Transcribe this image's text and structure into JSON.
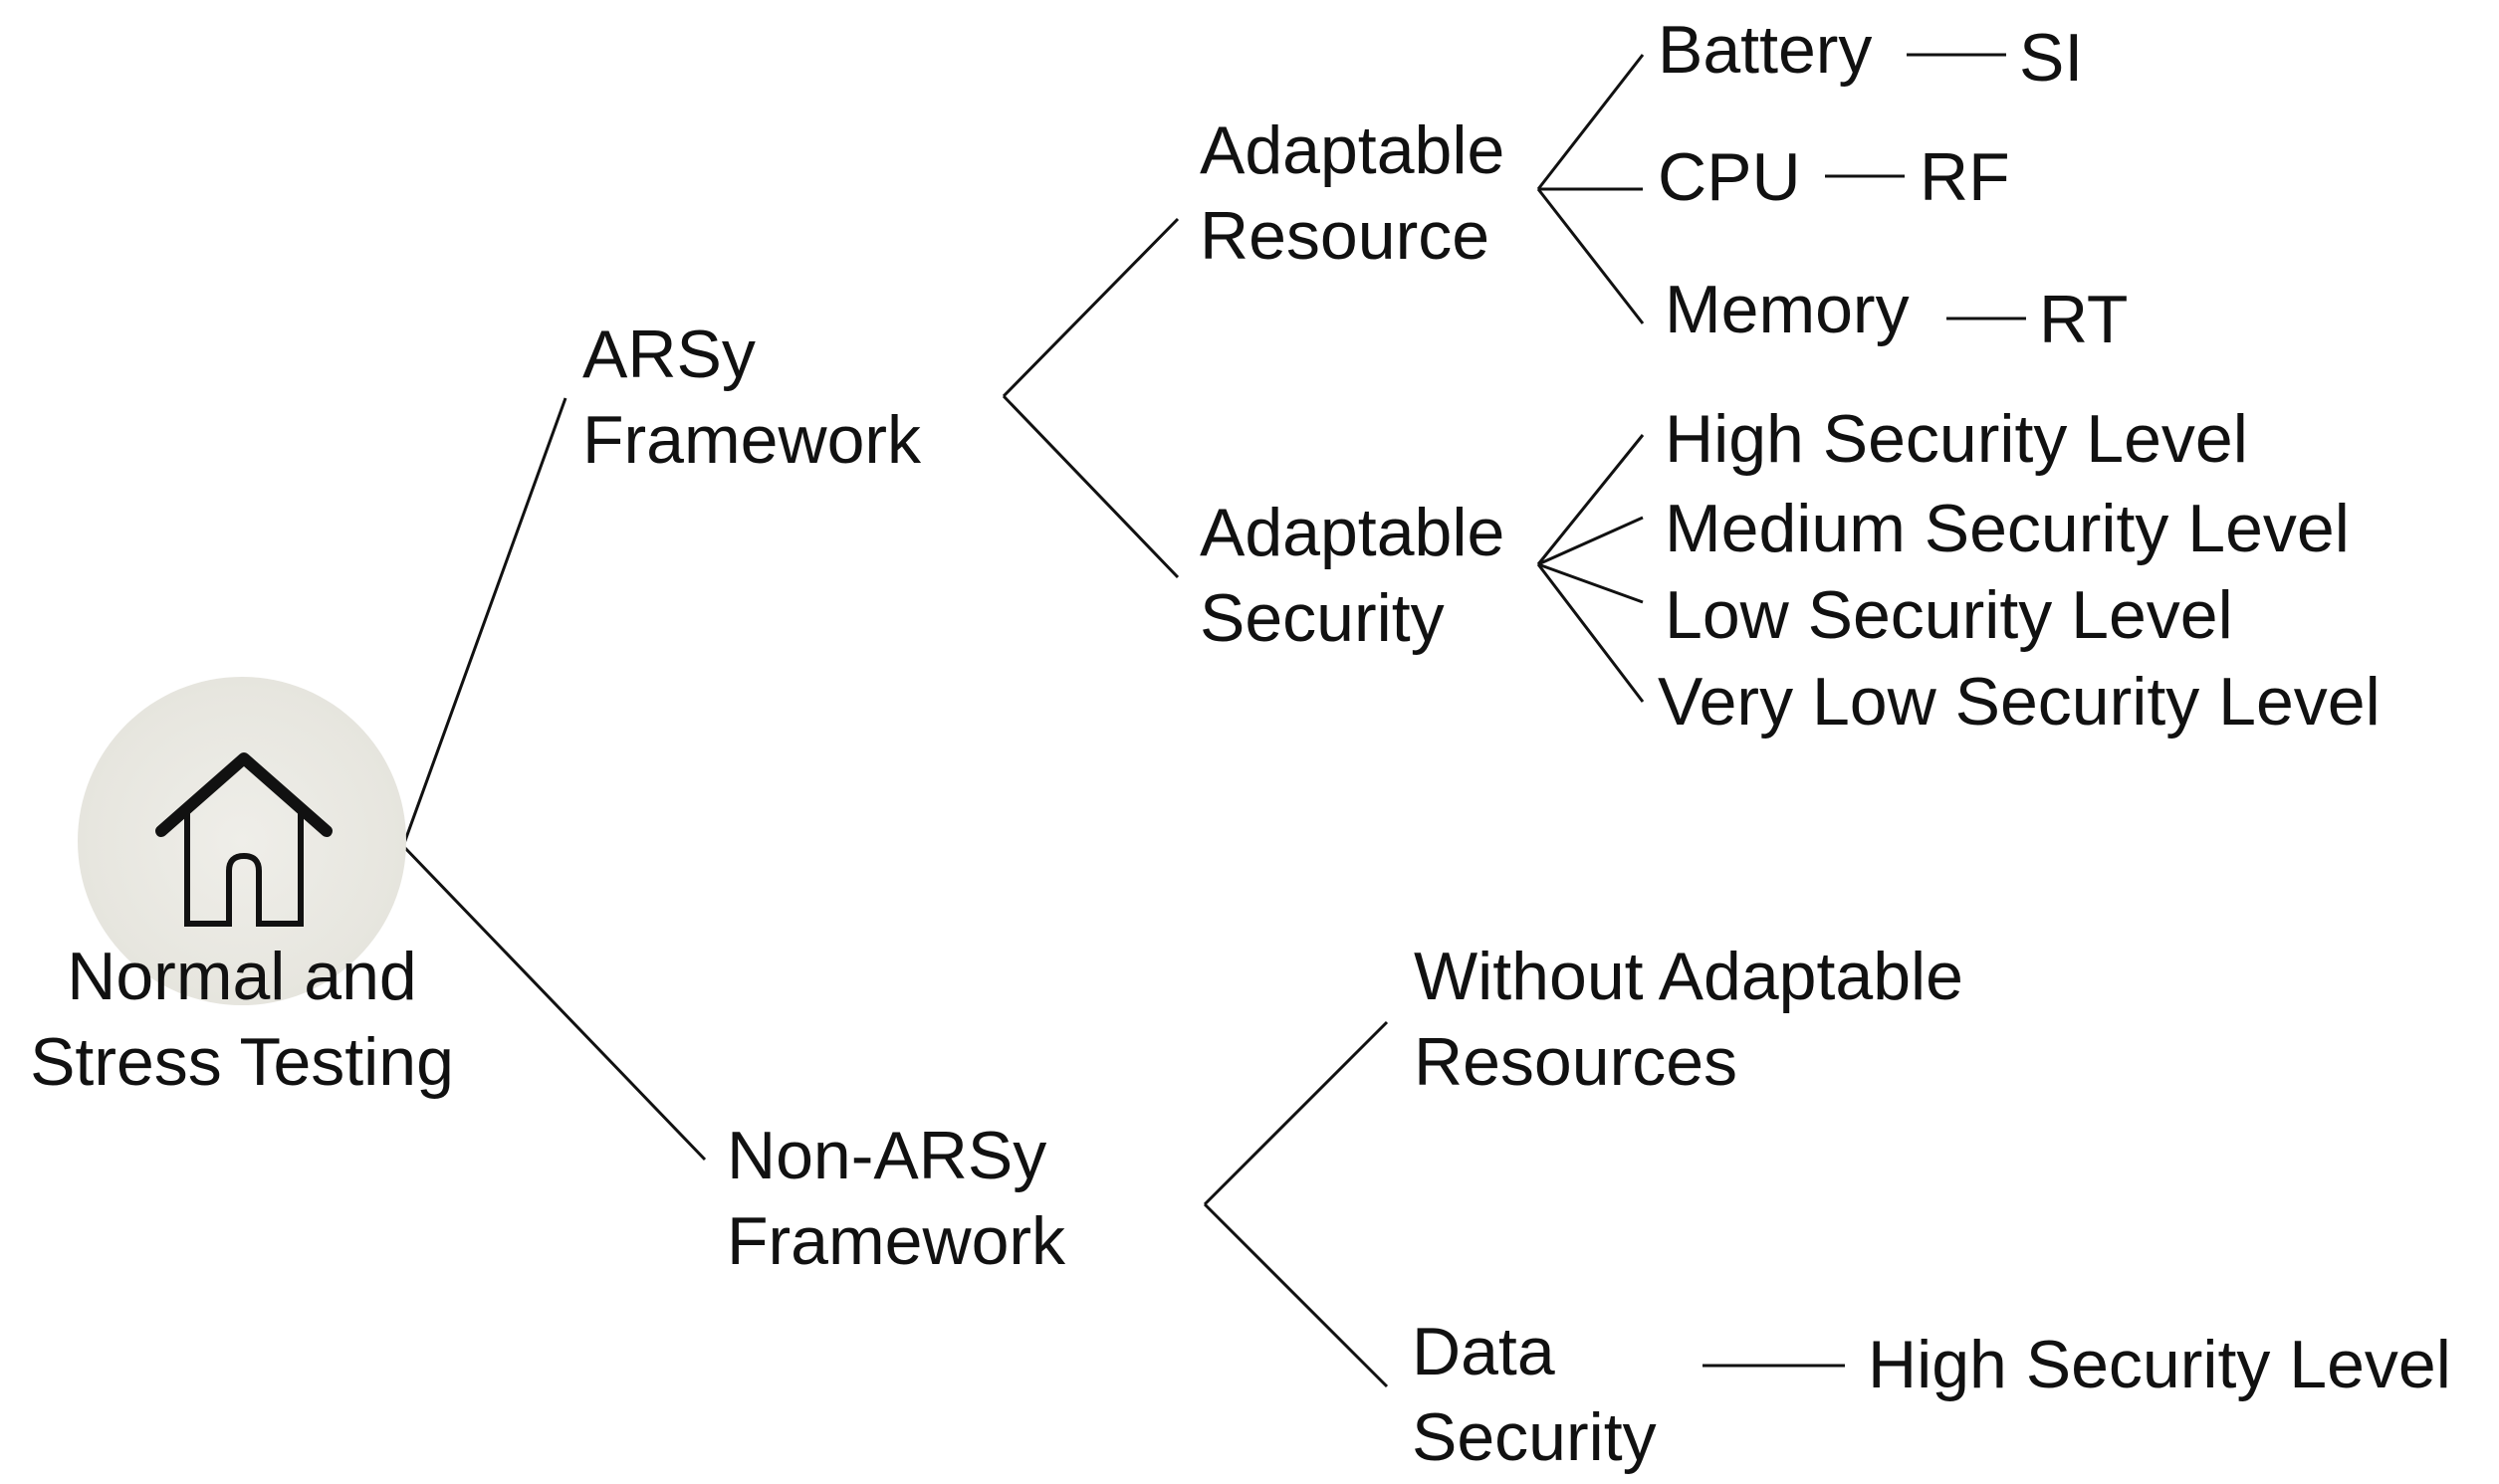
{
  "root": {
    "line1": "Normal and",
    "line2": "Stress Testing",
    "icon": "home-icon"
  },
  "arsy": {
    "line1": "ARSy",
    "line2": "Framework",
    "adaptable_resource": {
      "line1": "Adaptable",
      "line2": "Resource",
      "items": [
        {
          "name": "Battery",
          "tag": "SI"
        },
        {
          "name": "CPU",
          "tag": "RF"
        },
        {
          "name": "Memory",
          "tag": "RT"
        }
      ]
    },
    "adaptable_security": {
      "line1": "Adaptable",
      "line2": "Security",
      "levels": [
        "High Security Level",
        "Medium Security Level",
        "Low Security Level",
        "Very Low Security Level"
      ]
    }
  },
  "non_arsy": {
    "line1": "Non-ARSy",
    "line2": "Framework",
    "without_resources": {
      "line1": "Without Adaptable",
      "line2": "Resources"
    },
    "data_security": {
      "line1": "Data",
      "line2": "Security",
      "level": "High Security Level"
    }
  }
}
